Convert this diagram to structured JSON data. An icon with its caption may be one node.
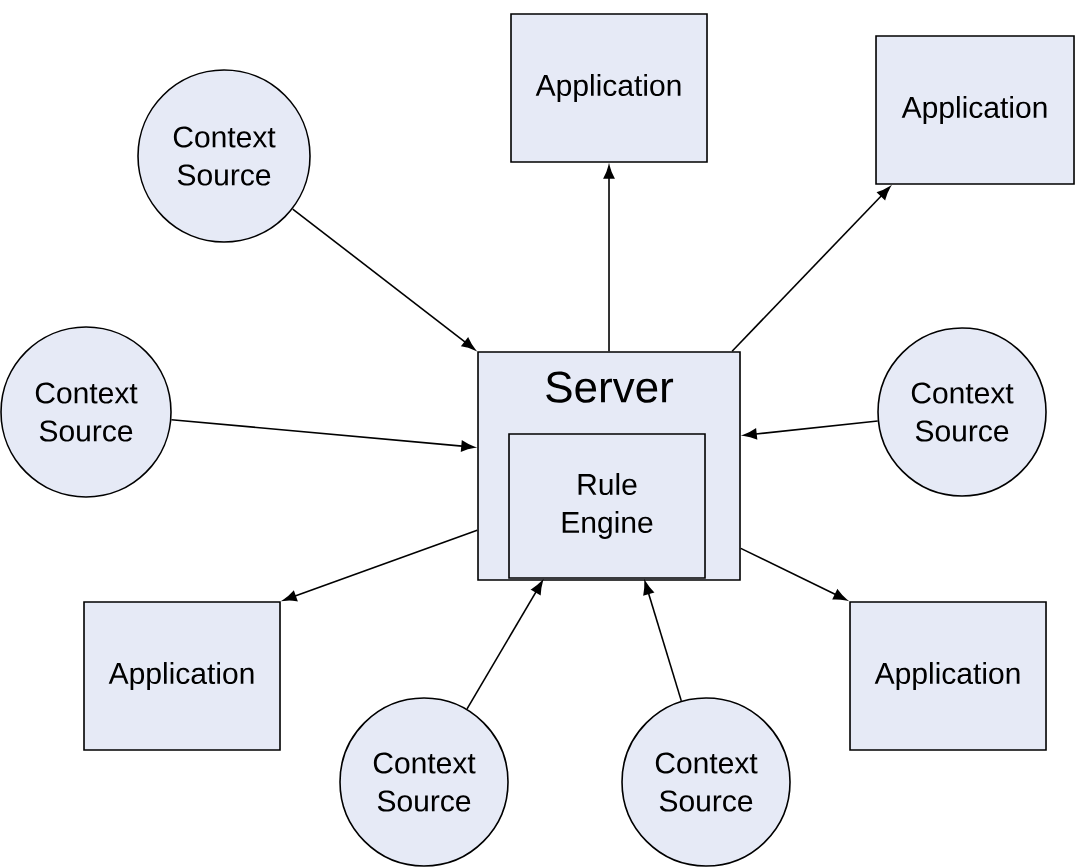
{
  "diagram": {
    "nodes": [
      {
        "text": [
          "Application"
        ]
      },
      {
        "text": [
          "Application"
        ]
      },
      {
        "text": [
          "Context Source"
        ]
      },
      {
        "text": [
          "Context Source"
        ]
      },
      {
        "text": [
          "Server"
        ]
      },
      {
        "text": [
          "Rule Engine"
        ],
        "in": 4
      },
      {
        "text": [
          "Context Source"
        ]
      },
      {
        "text": [
          "Application"
        ]
      },
      {
        "text": [
          "Application"
        ]
      },
      {
        "text": [
          "Context Source"
        ]
      },
      {
        "text": [
          "Context Source"
        ]
      }
    ],
    "edges": [
      {
        "from": 2,
        "to": 4,
        "arrow": "to"
      },
      {
        "from": 3,
        "to": 4,
        "arrow": "to"
      },
      {
        "from": 4,
        "to": 0,
        "arrow": "to"
      },
      {
        "from": 4,
        "to": 1,
        "arrow": "to"
      },
      {
        "from": 6,
        "to": 4,
        "arrow": "to"
      },
      {
        "from": 4,
        "to": 7,
        "arrow": "to"
      },
      {
        "from": 4,
        "to": 8,
        "arrow": "to"
      },
      {
        "from": 9,
        "to": 5,
        "arrow": "to"
      },
      {
        "from": 10,
        "to": 5,
        "arrow": "to"
      }
    ]
  }
}
